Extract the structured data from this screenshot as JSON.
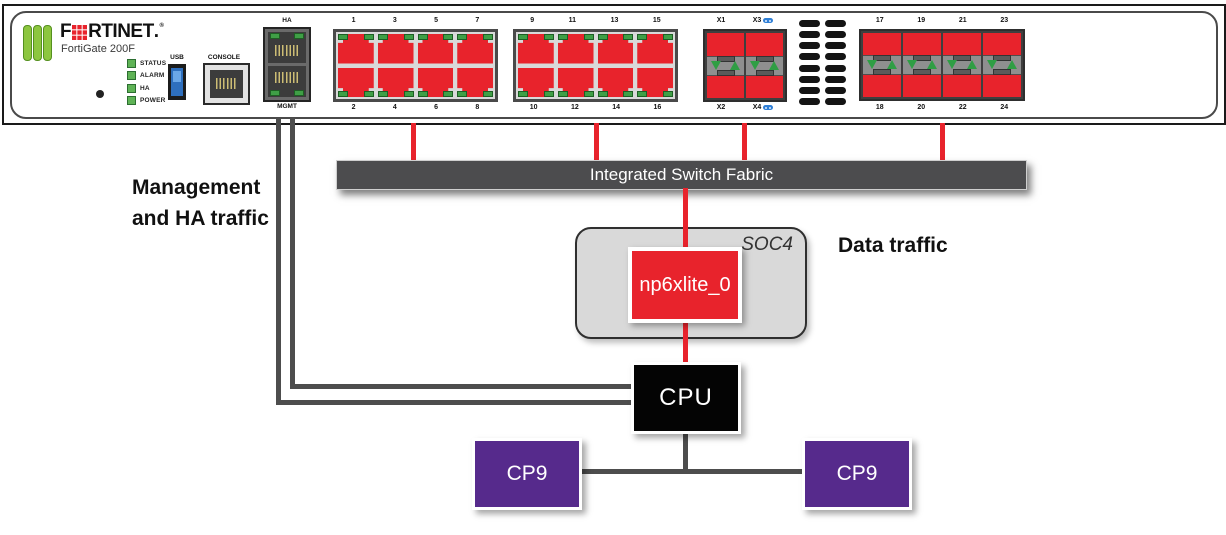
{
  "device": {
    "brand_f": "F",
    "brand_rest": "RTINET",
    "brand_dot": ".",
    "registered": "®",
    "model": "FortiGate 200F",
    "leds": [
      "STATUS",
      "ALARM",
      "HA",
      "POWER"
    ],
    "usb_label": "USB",
    "console_label": "CONSOLE",
    "ha_label": "HA",
    "mgmt_label": "MGMT",
    "port_groups": {
      "group1": {
        "top": [
          "1",
          "3",
          "5",
          "7"
        ],
        "bottom": [
          "2",
          "4",
          "6",
          "8"
        ]
      },
      "group2": {
        "top": [
          "9",
          "11",
          "13",
          "15"
        ],
        "bottom": [
          "10",
          "12",
          "14",
          "16"
        ]
      },
      "sfp_x": {
        "top": [
          "X1",
          "X3"
        ],
        "bottom": [
          "X2",
          "X4"
        ]
      },
      "sfp_17_24": {
        "top": [
          "17",
          "19",
          "21",
          "23"
        ],
        "bottom": [
          "18",
          "20",
          "22",
          "24"
        ]
      }
    }
  },
  "diagram": {
    "switch_fabric_label": "Integrated Switch Fabric",
    "soc_label": "SOC4",
    "np_label": "np6xlite_0",
    "cpu_label": "CPU",
    "cp_left_label": "CP9",
    "cp_right_label": "CP9",
    "management_label_line1": "Management",
    "management_label_line2": "and HA traffic",
    "data_traffic_label": "Data traffic"
  },
  "colors": {
    "port_red": "#e8232c",
    "cp_purple": "#562a8c",
    "fabric_gray": "#4c4c4e",
    "connector_gray": "#4d4d4d",
    "led_green": "#3f9f46"
  }
}
